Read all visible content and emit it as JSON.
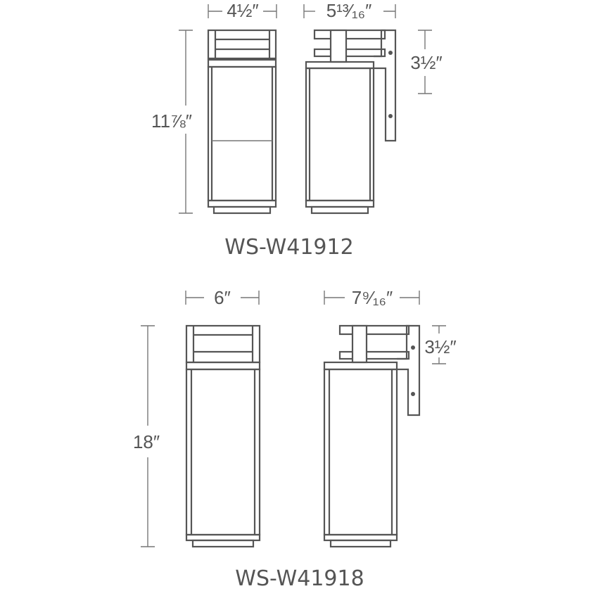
{
  "colors": {
    "line": "#555555",
    "dim": "#777777",
    "background": "#ffffff"
  },
  "models": [
    {
      "name": "WS-W41912",
      "width": "4½″",
      "depth": "5¹³⁄₁₆″",
      "height": "11⅞″",
      "mount": "3½″"
    },
    {
      "name": "WS-W41918",
      "width": "6″",
      "depth": "7⁹⁄₁₆″",
      "height": "18″",
      "mount": "3½″"
    }
  ]
}
